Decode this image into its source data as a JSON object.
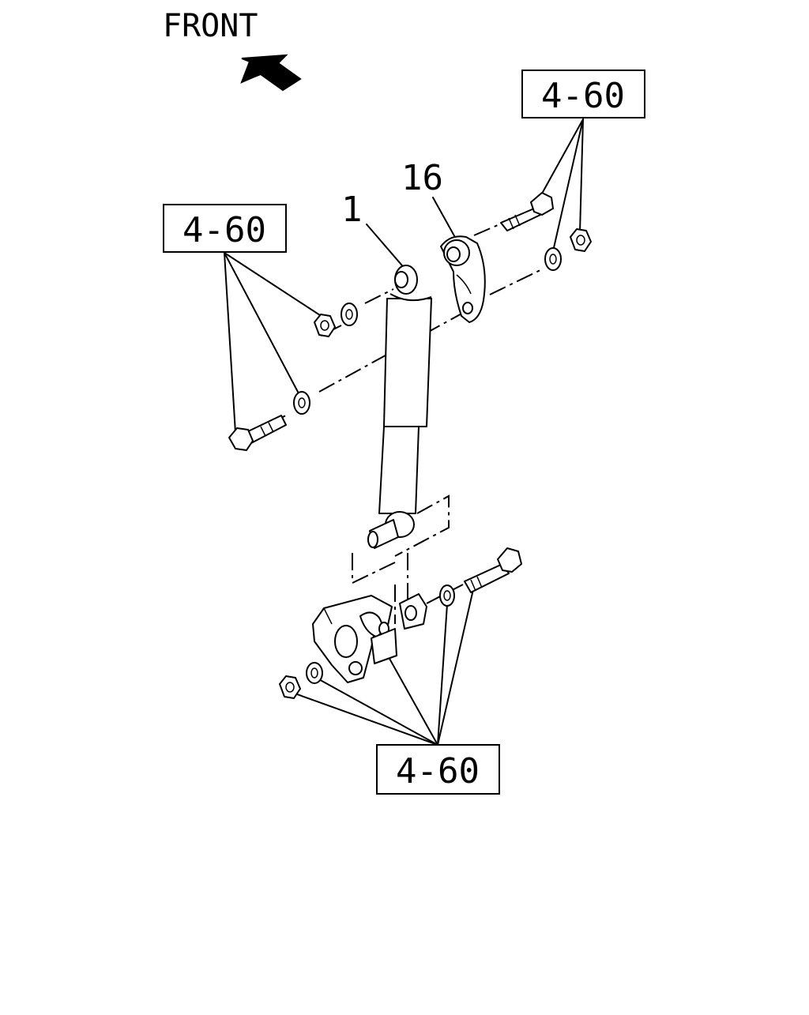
{
  "orientation": {
    "label": "FRONT"
  },
  "callouts": {
    "ref_top_right": "4-60",
    "ref_left": "4-60",
    "ref_bottom": "4-60",
    "part_shock_absorber": "1",
    "part_bracket": "16"
  },
  "colors": {
    "line": "#000000",
    "background": "#ffffff"
  },
  "icons": {
    "direction": "arrow-icon"
  }
}
